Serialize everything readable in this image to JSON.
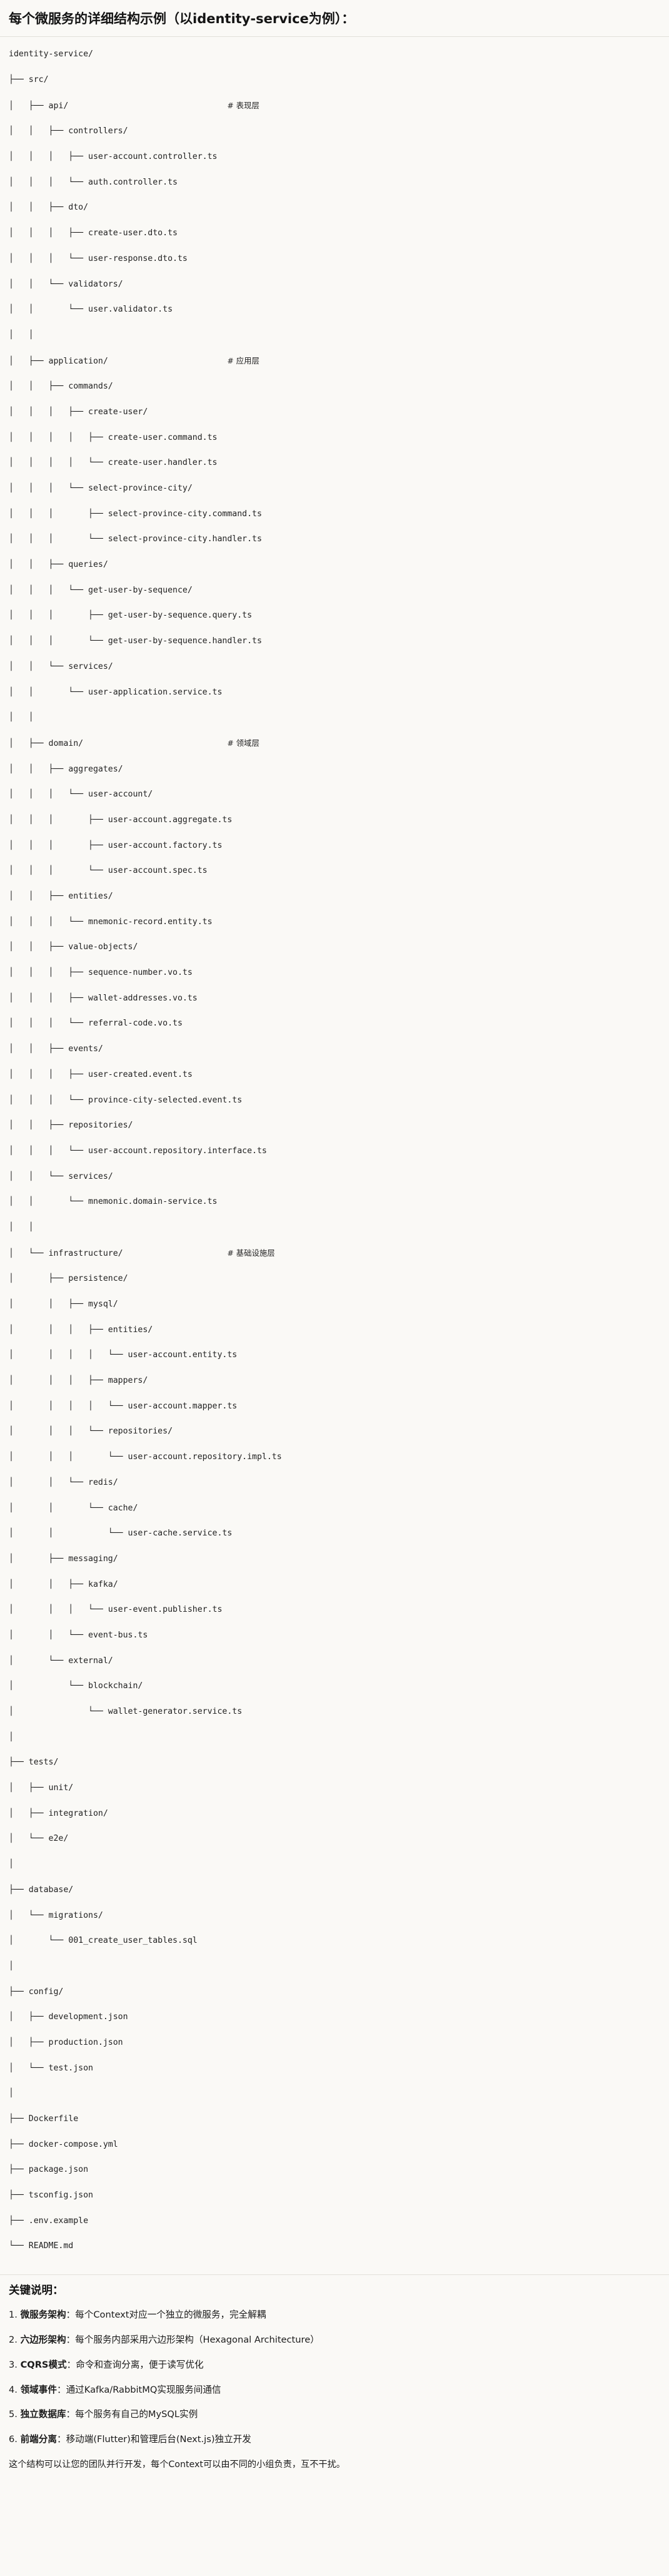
{
  "document": {
    "title": "每个微服务的详细结构示例（以identity-service为例）：",
    "tree_lines": [
      {
        "text": "identity-service/",
        "comment": ""
      },
      {
        "text": "├── src/",
        "comment": ""
      },
      {
        "text": "│   ├── api/",
        "comment": "# 表现层"
      },
      {
        "text": "│   │   ├── controllers/",
        "comment": ""
      },
      {
        "text": "│   │   │   ├── user-account.controller.ts",
        "comment": ""
      },
      {
        "text": "│   │   │   └── auth.controller.ts",
        "comment": ""
      },
      {
        "text": "│   │   ├── dto/",
        "comment": ""
      },
      {
        "text": "│   │   │   ├── create-user.dto.ts",
        "comment": ""
      },
      {
        "text": "│   │   │   └── user-response.dto.ts",
        "comment": ""
      },
      {
        "text": "│   │   └── validators/",
        "comment": ""
      },
      {
        "text": "│   │       └── user.validator.ts",
        "comment": ""
      },
      {
        "text": "│   │",
        "comment": ""
      },
      {
        "text": "│   ├── application/",
        "comment": "# 应用层"
      },
      {
        "text": "│   │   ├── commands/",
        "comment": ""
      },
      {
        "text": "│   │   │   ├── create-user/",
        "comment": ""
      },
      {
        "text": "│   │   │   │   ├── create-user.command.ts",
        "comment": ""
      },
      {
        "text": "│   │   │   │   └── create-user.handler.ts",
        "comment": ""
      },
      {
        "text": "│   │   │   └── select-province-city/",
        "comment": ""
      },
      {
        "text": "│   │   │       ├── select-province-city.command.ts",
        "comment": ""
      },
      {
        "text": "│   │   │       └── select-province-city.handler.ts",
        "comment": ""
      },
      {
        "text": "│   │   ├── queries/",
        "comment": ""
      },
      {
        "text": "│   │   │   └── get-user-by-sequence/",
        "comment": ""
      },
      {
        "text": "│   │   │       ├── get-user-by-sequence.query.ts",
        "comment": ""
      },
      {
        "text": "│   │   │       └── get-user-by-sequence.handler.ts",
        "comment": ""
      },
      {
        "text": "│   │   └── services/",
        "comment": ""
      },
      {
        "text": "│   │       └── user-application.service.ts",
        "comment": ""
      },
      {
        "text": "│   │",
        "comment": ""
      },
      {
        "text": "│   ├── domain/",
        "comment": "# 领域层"
      },
      {
        "text": "│   │   ├── aggregates/",
        "comment": ""
      },
      {
        "text": "│   │   │   └── user-account/",
        "comment": ""
      },
      {
        "text": "│   │   │       ├── user-account.aggregate.ts",
        "comment": ""
      },
      {
        "text": "│   │   │       ├── user-account.factory.ts",
        "comment": ""
      },
      {
        "text": "│   │   │       └── user-account.spec.ts",
        "comment": ""
      },
      {
        "text": "│   │   ├── entities/",
        "comment": ""
      },
      {
        "text": "│   │   │   └── mnemonic-record.entity.ts",
        "comment": ""
      },
      {
        "text": "│   │   ├── value-objects/",
        "comment": ""
      },
      {
        "text": "│   │   │   ├── sequence-number.vo.ts",
        "comment": ""
      },
      {
        "text": "│   │   │   ├── wallet-addresses.vo.ts",
        "comment": ""
      },
      {
        "text": "│   │   │   └── referral-code.vo.ts",
        "comment": ""
      },
      {
        "text": "│   │   ├── events/",
        "comment": ""
      },
      {
        "text": "│   │   │   ├── user-created.event.ts",
        "comment": ""
      },
      {
        "text": "│   │   │   └── province-city-selected.event.ts",
        "comment": ""
      },
      {
        "text": "│   │   ├── repositories/",
        "comment": ""
      },
      {
        "text": "│   │   │   └── user-account.repository.interface.ts",
        "comment": ""
      },
      {
        "text": "│   │   └── services/",
        "comment": ""
      },
      {
        "text": "│   │       └── mnemonic.domain-service.ts",
        "comment": ""
      },
      {
        "text": "│   │",
        "comment": ""
      },
      {
        "text": "│   └── infrastructure/",
        "comment": "# 基础设施层"
      },
      {
        "text": "│       ├── persistence/",
        "comment": ""
      },
      {
        "text": "│       │   ├── mysql/",
        "comment": ""
      },
      {
        "text": "│       │   │   ├── entities/",
        "comment": ""
      },
      {
        "text": "│       │   │   │   └── user-account.entity.ts",
        "comment": ""
      },
      {
        "text": "│       │   │   ├── mappers/",
        "comment": ""
      },
      {
        "text": "│       │   │   │   └── user-account.mapper.ts",
        "comment": ""
      },
      {
        "text": "│       │   │   └── repositories/",
        "comment": ""
      },
      {
        "text": "│       │   │       └── user-account.repository.impl.ts",
        "comment": ""
      },
      {
        "text": "│       │   └── redis/",
        "comment": ""
      },
      {
        "text": "│       │       └── cache/",
        "comment": ""
      },
      {
        "text": "│       │           └── user-cache.service.ts",
        "comment": ""
      },
      {
        "text": "│       ├── messaging/",
        "comment": ""
      },
      {
        "text": "│       │   ├── kafka/",
        "comment": ""
      },
      {
        "text": "│       │   │   └── user-event.publisher.ts",
        "comment": ""
      },
      {
        "text": "│       │   └── event-bus.ts",
        "comment": ""
      },
      {
        "text": "│       └── external/",
        "comment": ""
      },
      {
        "text": "│           └── blockchain/",
        "comment": ""
      },
      {
        "text": "│               └── wallet-generator.service.ts",
        "comment": ""
      },
      {
        "text": "│",
        "comment": ""
      },
      {
        "text": "├── tests/",
        "comment": ""
      },
      {
        "text": "│   ├── unit/",
        "comment": ""
      },
      {
        "text": "│   ├── integration/",
        "comment": ""
      },
      {
        "text": "│   └── e2e/",
        "comment": ""
      },
      {
        "text": "│",
        "comment": ""
      },
      {
        "text": "├── database/",
        "comment": ""
      },
      {
        "text": "│   └── migrations/",
        "comment": ""
      },
      {
        "text": "│       └── 001_create_user_tables.sql",
        "comment": ""
      },
      {
        "text": "│",
        "comment": ""
      },
      {
        "text": "├── config/",
        "comment": ""
      },
      {
        "text": "│   ├── development.json",
        "comment": ""
      },
      {
        "text": "│   ├── production.json",
        "comment": ""
      },
      {
        "text": "│   └── test.json",
        "comment": ""
      },
      {
        "text": "│",
        "comment": ""
      },
      {
        "text": "├── Dockerfile",
        "comment": ""
      },
      {
        "text": "├── docker-compose.yml",
        "comment": ""
      },
      {
        "text": "├── package.json",
        "comment": ""
      },
      {
        "text": "├── tsconfig.json",
        "comment": ""
      },
      {
        "text": "├── .env.example",
        "comment": ""
      },
      {
        "text": "└── README.md",
        "comment": ""
      }
    ],
    "keys_heading": "关键说明：",
    "key_points": [
      {
        "num": "1.",
        "lead": "微服务架构",
        "sep": "：",
        "body": "每个Context对应一个独立的微服务，完全解耦"
      },
      {
        "num": "2.",
        "lead": "六边形架构",
        "sep": "：",
        "body": "每个服务内部采用六边形架构（Hexagonal Architecture）"
      },
      {
        "num": "3.",
        "lead": "CQRS模式",
        "sep": "：",
        "body": "命令和查询分离，便于读写优化"
      },
      {
        "num": "4.",
        "lead": "领域事件",
        "sep": "：",
        "body": "通过Kafka/RabbitMQ实现服务间通信"
      },
      {
        "num": "5.",
        "lead": "独立数据库",
        "sep": "：",
        "body": "每个服务有自己的MySQL实例"
      },
      {
        "num": "6.",
        "lead": "前端分离",
        "sep": "：",
        "body": "移动端(Flutter)和管理后台(Next.js)独立开发"
      }
    ],
    "closing": "这个结构可以让您的团队并行开发，每个Context可以由不同的小组负责，互不干扰。"
  },
  "colors": {
    "page_bg": "#faf9f6",
    "text": "#1b1b1b",
    "code_text": "#222222",
    "rule": "#e2e0da"
  }
}
